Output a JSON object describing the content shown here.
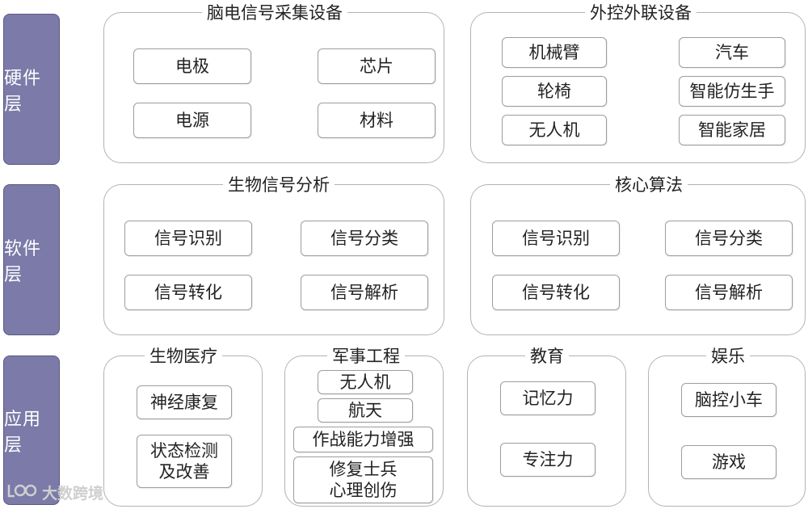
{
  "layers": {
    "hardware": "硬件层",
    "software": "软件层",
    "application": "应用层"
  },
  "groups": {
    "eeg": {
      "title": "脑电信号采集设备",
      "items": [
        "电极",
        "芯片",
        "电源",
        "材料"
      ]
    },
    "external": {
      "title": "外控外联设备",
      "items": [
        "机械臂",
        "汽车",
        "轮椅",
        "智能仿生手",
        "无人机",
        "智能家居"
      ]
    },
    "bio_signal": {
      "title": "生物信号分析",
      "items": [
        "信号识别",
        "信号分类",
        "信号转化",
        "信号解析"
      ]
    },
    "core_algo": {
      "title": "核心算法",
      "items": [
        "信号识别",
        "信号分类",
        "信号转化",
        "信号解析"
      ]
    },
    "medical": {
      "title": "生物医疗",
      "items": [
        "神经康复",
        "状态检测\n及改善"
      ]
    },
    "military": {
      "title": "军事工程",
      "items": [
        "无人机",
        "航天",
        "作战能力增强",
        "修复士兵\n心理创伤"
      ]
    },
    "education": {
      "title": "教育",
      "items": [
        "记忆力",
        "专注力"
      ]
    },
    "entertainment": {
      "title": "娱乐",
      "items": [
        "脑控小车",
        "游戏"
      ]
    }
  },
  "watermark": {
    "text": "大数跨境",
    "icon": "logo-icon"
  }
}
